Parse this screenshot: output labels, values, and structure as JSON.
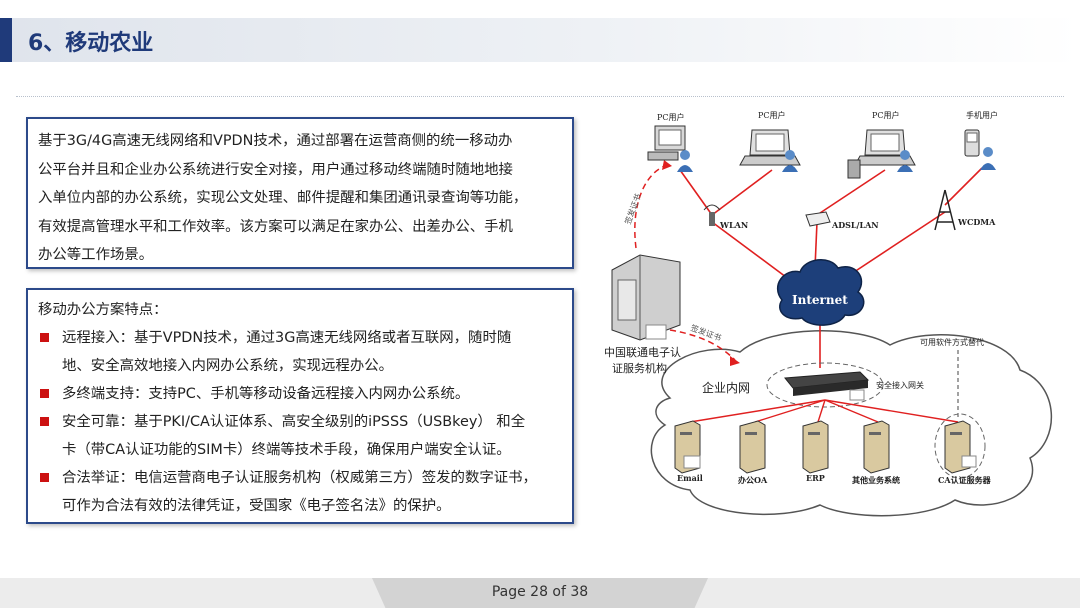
{
  "header": {
    "title": "6、移动农业"
  },
  "intro": {
    "lines": [
      "基于3G/4G高速无线网络和VPDN技术，通过部署在运营商侧的统一移动办",
      "公平台并且和企业办公系统进行安全对接，用户通过移动终端随时随地地接",
      "入单位内部的办公系统，实现公文处理、邮件提醒和集团通讯录查询等功能，",
      "有效提高管理水平和工作效率。该方案可以满足在家办公、出差办公、手机",
      "办公等工作场景。"
    ]
  },
  "features": {
    "heading": "移动办公方案特点：",
    "items": [
      {
        "lines": [
          "远程接入：基于VPDN技术，通过3G高速无线网络或者互联网，随时随",
          "地、安全高效地接入内网办公系统，实现远程办公。"
        ]
      },
      {
        "lines": [
          "多终端支持：支持PC、手机等移动设备远程接入内网办公系统。"
        ]
      },
      {
        "lines": [
          "安全可靠：基于PKI/CA认证体系、高安全级别的iPSSS（USBkey） 和全",
          "卡（带CA认证功能的SIM卡）终端等技术手段，确保用户端安全认证。"
        ]
      },
      {
        "lines": [
          "合法举证：电信运营商电子认证服务机构（权威第三方）签发的数字证书，",
          "可作为合法有效的法律凭证，受国家《电子签名法》的保护。"
        ]
      }
    ]
  },
  "diagram": {
    "users": [
      "PC用户",
      "PC用户",
      "PC用户",
      "手机用户"
    ],
    "access": [
      "WLAN",
      "ADSL/LAN",
      "WCDMA"
    ],
    "internet": "Internet",
    "ca_org": [
      "中国联通电子认",
      "证服务机构"
    ],
    "cert_issue": "签发证书",
    "cert_issue2": "签发证书",
    "soft_note": "可用软件方式替代",
    "intranet": "企业内网",
    "gateway": "安全接入网关",
    "servers": [
      "Email",
      "办公OA",
      "ERP",
      "其他业务系统",
      "CA认证服务器"
    ]
  },
  "footer": {
    "page": "Page 28 of 38"
  },
  "colors": {
    "accent": "#1f3a7a",
    "border": "#2c4a8a",
    "bullet": "#cc1111",
    "link": "#e02020"
  }
}
